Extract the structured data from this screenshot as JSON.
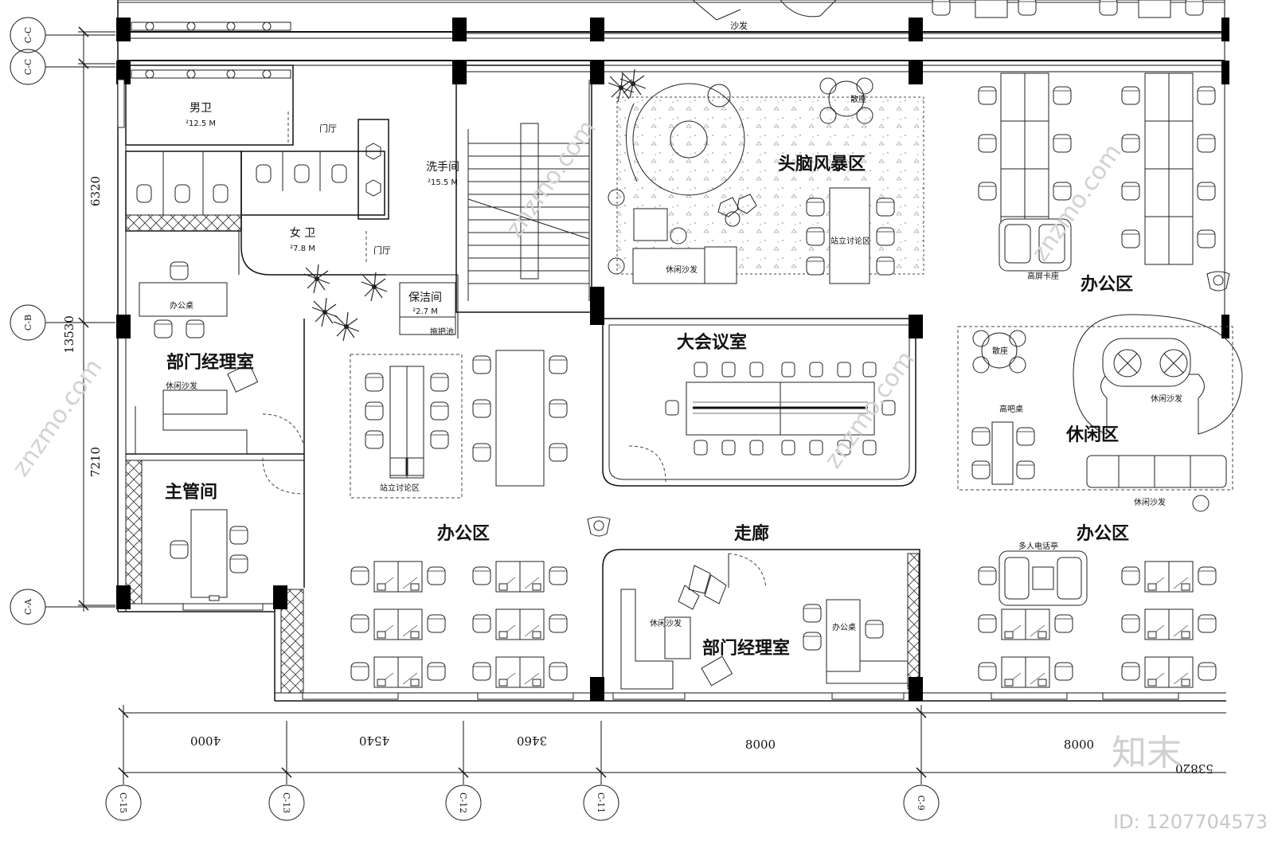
{
  "rooms": {
    "mens_toilet": "男卫",
    "mens_area": "²12.5 M",
    "womens_toilet": "女 卫",
    "womens_area": "²7.8 M",
    "foyer": "门厅",
    "foyer2": "门厅",
    "washroom": "洗手间",
    "washroom_area": "²15.5 M",
    "janitor": "保洁间",
    "janitor_area": "²2.7 M",
    "mop_sink": "拖把池",
    "brainstorm": "头脑风暴区",
    "lounge_sofa_1": "休闲沙发",
    "standing_discussion_1": "站立讨论区",
    "loose_seat_1": "散座",
    "sofa_top": "沙发",
    "office_area_1": "办公区",
    "high_booth": "高屏卡座",
    "meeting_room": "大会议室",
    "loose_seat_2": "散座",
    "lounge_sofa_2": "休闲沙发",
    "high_bar": "高吧桌",
    "leisure_area": "休闲区",
    "lounge_sofa_3": "休闲沙发",
    "dept_mgr_1": "部门经理室",
    "office_desk_1": "办公桌",
    "lounge_sofa_4": "休闲沙发",
    "supervisor": "主管间",
    "standing_discussion_2": "站立讨论区",
    "office_area_2": "办公区",
    "corridor": "走廊",
    "office_area_3": "办公区",
    "phone_booth": "多人电话亭",
    "lounge_sofa_5": "休闲沙发",
    "dept_mgr_2": "部门经理室",
    "office_desk_2": "办公桌"
  },
  "dimensions": {
    "left": [
      "6320",
      "13530",
      "7210"
    ],
    "bottom": [
      "4000",
      "4540",
      "3460",
      "8000",
      "8000"
    ],
    "total": "53820"
  },
  "axes": {
    "left": [
      "C-C",
      "C-C",
      "C-B",
      "C-A"
    ],
    "bottom": [
      "C-15",
      "C-13",
      "C-12",
      "C-11",
      "C-9"
    ]
  },
  "watermark": {
    "brand": "知末",
    "site": "znzmo.com",
    "id": "ID: 1207704573"
  }
}
